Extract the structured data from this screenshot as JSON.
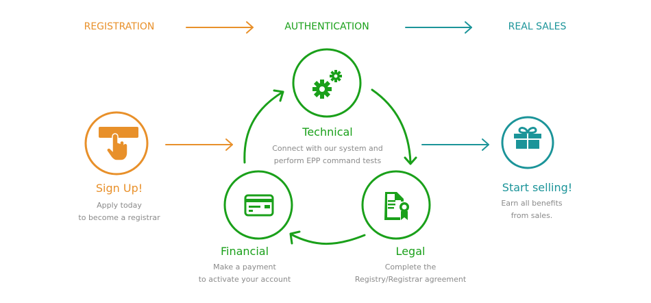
{
  "colors": {
    "registration": "#E8902A",
    "authentication": "#1AA01A",
    "real_sales": "#1B9499",
    "description_text": "#8a8a8a"
  },
  "phases": [
    {
      "label": "REGISTRATION"
    },
    {
      "label": "AUTHENTICATION"
    },
    {
      "label": "REAL SALES"
    }
  ],
  "steps": {
    "sign_up": {
      "icon": "hand-pointer-button-icon",
      "title": "Sign Up!",
      "lines": [
        "Apply today",
        "to become a registrar"
      ]
    },
    "technical": {
      "icon": "gears-icon",
      "title": "Technical",
      "lines": [
        "Connect with our system and",
        "perform EPP command tests"
      ]
    },
    "legal": {
      "icon": "certificate-document-icon",
      "title": "Legal",
      "lines": [
        "Complete the",
        "Registry/Registrar agreement"
      ]
    },
    "financial": {
      "icon": "credit-card-icon",
      "title": "Financial",
      "lines": [
        "Make a payment",
        "to activate your account"
      ]
    },
    "start_selling": {
      "icon": "gift-icon",
      "title": "Start selling!",
      "lines": [
        "Earn all benefits",
        "from sales."
      ]
    }
  }
}
